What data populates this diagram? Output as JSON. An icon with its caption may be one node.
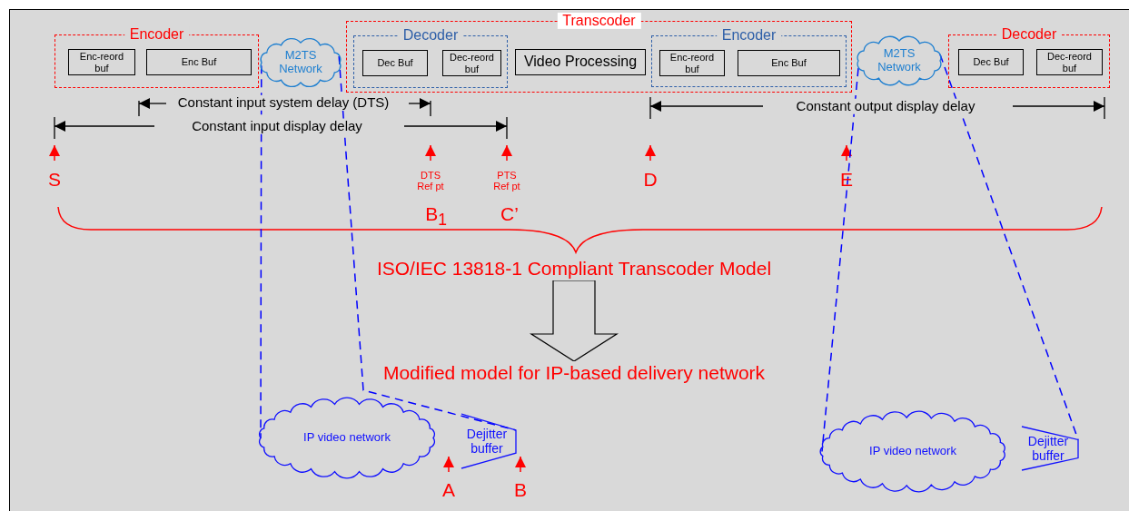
{
  "diagram": {
    "nodes": [
      {
        "text": [
          "Encoder"
        ]
      },
      {
        "text": [
          "Enc-reord buf"
        ],
        "in": 0
      },
      {
        "text": [
          "Enc Buf"
        ],
        "in": 0
      },
      {
        "text": [
          "M2TS Network"
        ]
      },
      {
        "text": [
          "Transcoder"
        ]
      },
      {
        "text": [
          "Decoder"
        ],
        "in": 4
      },
      {
        "text": [
          "Dec Buf"
        ],
        "in": 5
      },
      {
        "text": [
          "Dec-reord buf"
        ],
        "in": 5
      },
      {
        "text": [
          "Video Processing"
        ],
        "in": 4
      },
      {
        "text": [
          "Encoder"
        ],
        "in": 4
      },
      {
        "text": [
          "Enc-reord buf"
        ],
        "in": 9
      },
      {
        "text": [
          "Enc Buf"
        ],
        "in": 9
      },
      {
        "text": [
          "M2TS Network"
        ]
      },
      {
        "text": [
          "Decoder"
        ]
      },
      {
        "text": [
          "Dec Buf"
        ],
        "in": 13
      },
      {
        "text": [
          "Dec-reord buf"
        ],
        "in": 13
      },
      {
        "text": [
          "IP video network"
        ]
      },
      {
        "text": [
          "Dejitter buffer"
        ]
      },
      {
        "text": [
          "IP video network"
        ]
      },
      {
        "text": [
          "Dejitter buffer"
        ]
      },
      {
        "text": [
          "ISO/IEC 13818-1 Compliant Transcoder Model"
        ]
      },
      {
        "text": [
          "Modified model for IP-based delivery network"
        ]
      }
    ],
    "edges": [
      {
        "from": 3,
        "to": 16,
        "arrow": "none",
        "style": "dashed",
        "color": "#0000ff"
      },
      {
        "from": 3,
        "to": 17,
        "arrow": "none",
        "style": "dashed",
        "color": "#0000ff"
      },
      {
        "from": 12,
        "to": 18,
        "arrow": "none",
        "style": "dashed",
        "color": "#0000ff"
      },
      {
        "from": 12,
        "to": 19,
        "arrow": "none",
        "style": "dashed",
        "color": "#0000ff"
      },
      {
        "from": 20,
        "to": 21,
        "arrow": "to"
      }
    ],
    "labels": [
      "Constant input system delay (DTS)",
      "Constant output display delay",
      "Constant input display delay",
      "DTS Ref pt",
      "S",
      "PTS Ref pt",
      "D",
      "E",
      "B$_{1}$",
      "C’",
      "A",
      "B"
    ]
  }
}
